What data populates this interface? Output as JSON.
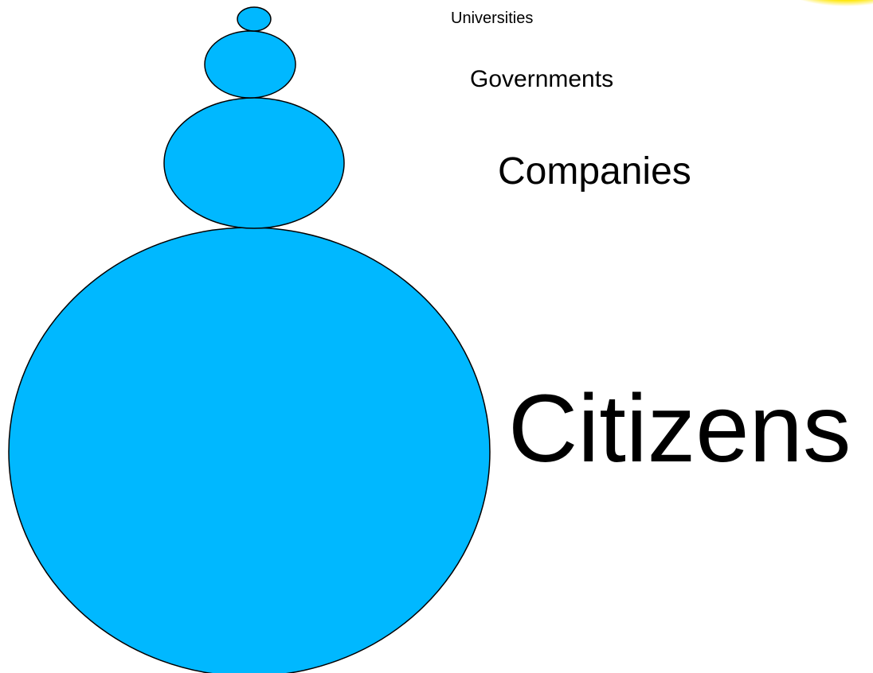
{
  "diagram": {
    "levels": [
      {
        "key": "universities",
        "label": "Universities"
      },
      {
        "key": "governments",
        "label": "Governments"
      },
      {
        "key": "companies",
        "label": "Companies"
      },
      {
        "key": "citizens",
        "label": "Citizens"
      }
    ]
  },
  "colors": {
    "circle_fill": "#00B8FF",
    "circle_stroke": "#000000",
    "sun_glow": "#FFE600",
    "text": "#000000",
    "background": "#FFFFFF"
  }
}
